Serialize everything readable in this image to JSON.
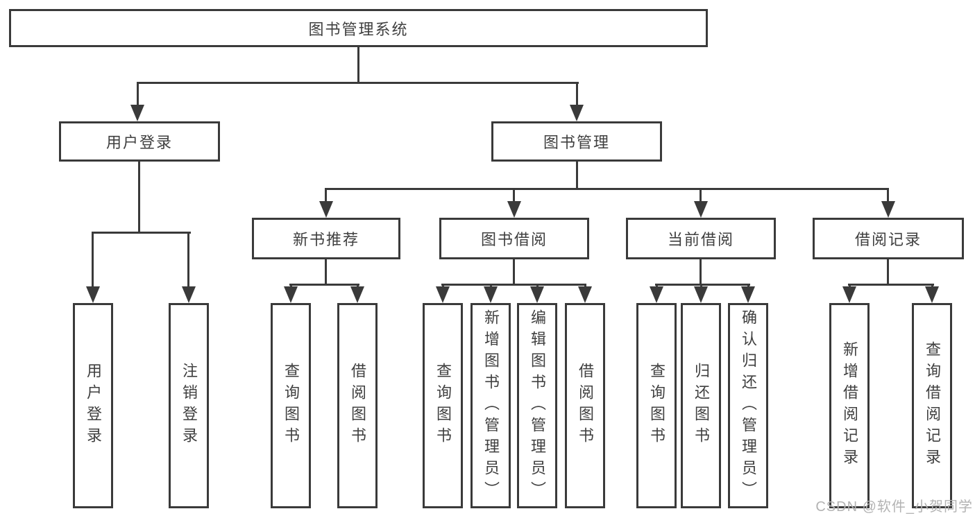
{
  "diagram_title": "图书管理系统",
  "tree": {
    "root": {
      "label": "图书管理系统",
      "children": [
        {
          "label": "用户登录",
          "children": [
            {
              "label": "用户登录"
            },
            {
              "label": "注销登录"
            }
          ]
        },
        {
          "label": "图书管理",
          "children": [
            {
              "label": "新书推荐",
              "children": [
                {
                  "label": "查询图书"
                },
                {
                  "label": "借阅图书"
                }
              ]
            },
            {
              "label": "图书借阅",
              "children": [
                {
                  "label": "查询图书"
                },
                {
                  "label": "新增图书（管理员）"
                },
                {
                  "label": "编辑图书（管理员）"
                },
                {
                  "label": "借阅图书"
                }
              ]
            },
            {
              "label": "当前借阅",
              "children": [
                {
                  "label": "查询图书"
                },
                {
                  "label": "归还图书"
                },
                {
                  "label": "确认归还（管理员）"
                }
              ]
            },
            {
              "label": "借阅记录",
              "children": [
                {
                  "label": "新增借阅记录"
                },
                {
                  "label": "查询借阅记录"
                }
              ]
            }
          ]
        }
      ]
    }
  },
  "watermark": {
    "text": "CSDN @软件_小贺同学",
    "color": "#b3b3b3"
  },
  "colors": {
    "line": "#3a3a3a",
    "text": "#3f3f3f",
    "background": "#ffffff"
  }
}
